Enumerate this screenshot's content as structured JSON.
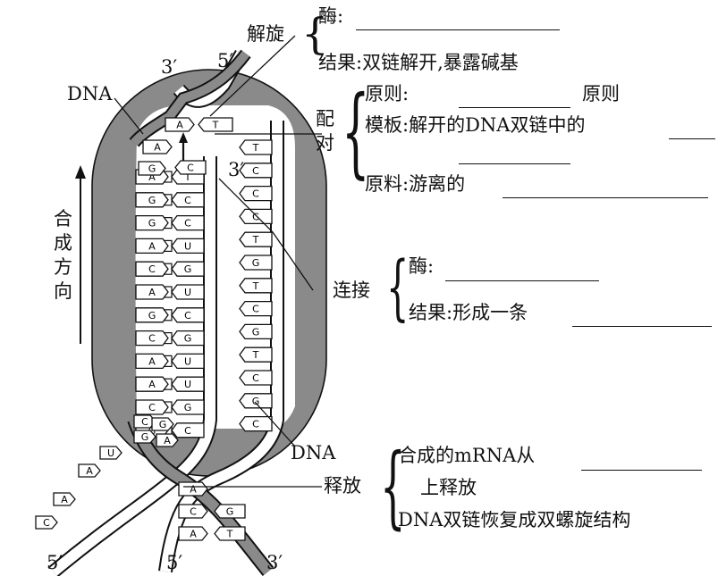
{
  "diagram": {
    "strand_ends": {
      "top_left": "3′",
      "top_right": "5′",
      "inner": "3′",
      "bottom_left": "5′",
      "bottom_mid": "5′",
      "bottom_right": "3′"
    },
    "dna_label_top": "DNA",
    "dna_label_bottom": "DNA",
    "direction_label": [
      "合",
      "成",
      "方",
      "向"
    ],
    "rows_left": [
      [
        "A",
        "T"
      ],
      [
        "G",
        "C"
      ],
      [
        "G",
        "C"
      ],
      [
        "A",
        "U"
      ],
      [
        "C",
        "G"
      ],
      [
        "A",
        "U"
      ],
      [
        "G",
        "C"
      ],
      [
        "C",
        "G"
      ],
      [
        "A",
        "U"
      ],
      [
        "A",
        "U"
      ],
      [
        "C",
        "G"
      ],
      [
        "G",
        "C"
      ]
    ],
    "rows_right": [
      "T",
      "C",
      "C",
      "C",
      "T",
      "G",
      "T",
      "C",
      "G",
      "T",
      "C",
      "G",
      "C"
    ],
    "top_bases": {
      "left": "A",
      "right": "T",
      "second": "A",
      "third": "G",
      "third_r": "C"
    },
    "exit_bases": [
      "C",
      "G",
      "G",
      "A",
      "U",
      "A",
      "A",
      "C"
    ],
    "bottom_pairs": [
      [
        "A",
        ""
      ],
      [
        "C",
        "G"
      ],
      [
        "A",
        "T"
      ]
    ]
  },
  "unwinding": {
    "title": "解旋",
    "enzyme_label": "酶:",
    "result_label": "结果:双链解开,暴露碱基"
  },
  "pairing": {
    "title": [
      "配",
      "对"
    ],
    "principle_label": "原则:",
    "principle_suffix": "原则",
    "template_label": "模板:解开的DNA双链中的",
    "material_label": "原料:游离的"
  },
  "linking": {
    "title": "连接",
    "enzyme_label": "酶:",
    "result_label": "结果:形成一条"
  },
  "release": {
    "title": "释放",
    "line1": "合成的mRNA从",
    "line2": "上释放",
    "line3": "DNA双链恢复成双螺旋结构"
  }
}
